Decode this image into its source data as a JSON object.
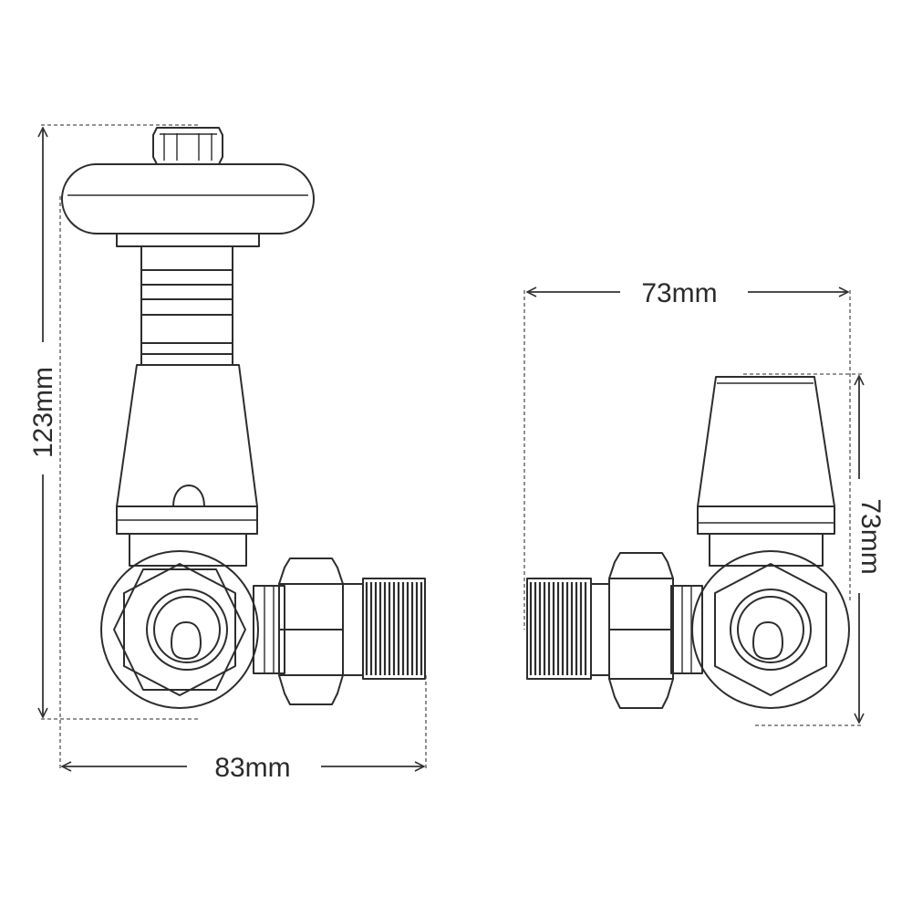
{
  "diagram": {
    "stroke_color": "#2d2d2d",
    "background": "#ffffff",
    "views": [
      {
        "id": "front",
        "dimensions": {
          "height": "123mm",
          "width": "83mm"
        }
      },
      {
        "id": "side",
        "dimensions": {
          "width": "73mm",
          "height": "73mm"
        }
      }
    ]
  }
}
